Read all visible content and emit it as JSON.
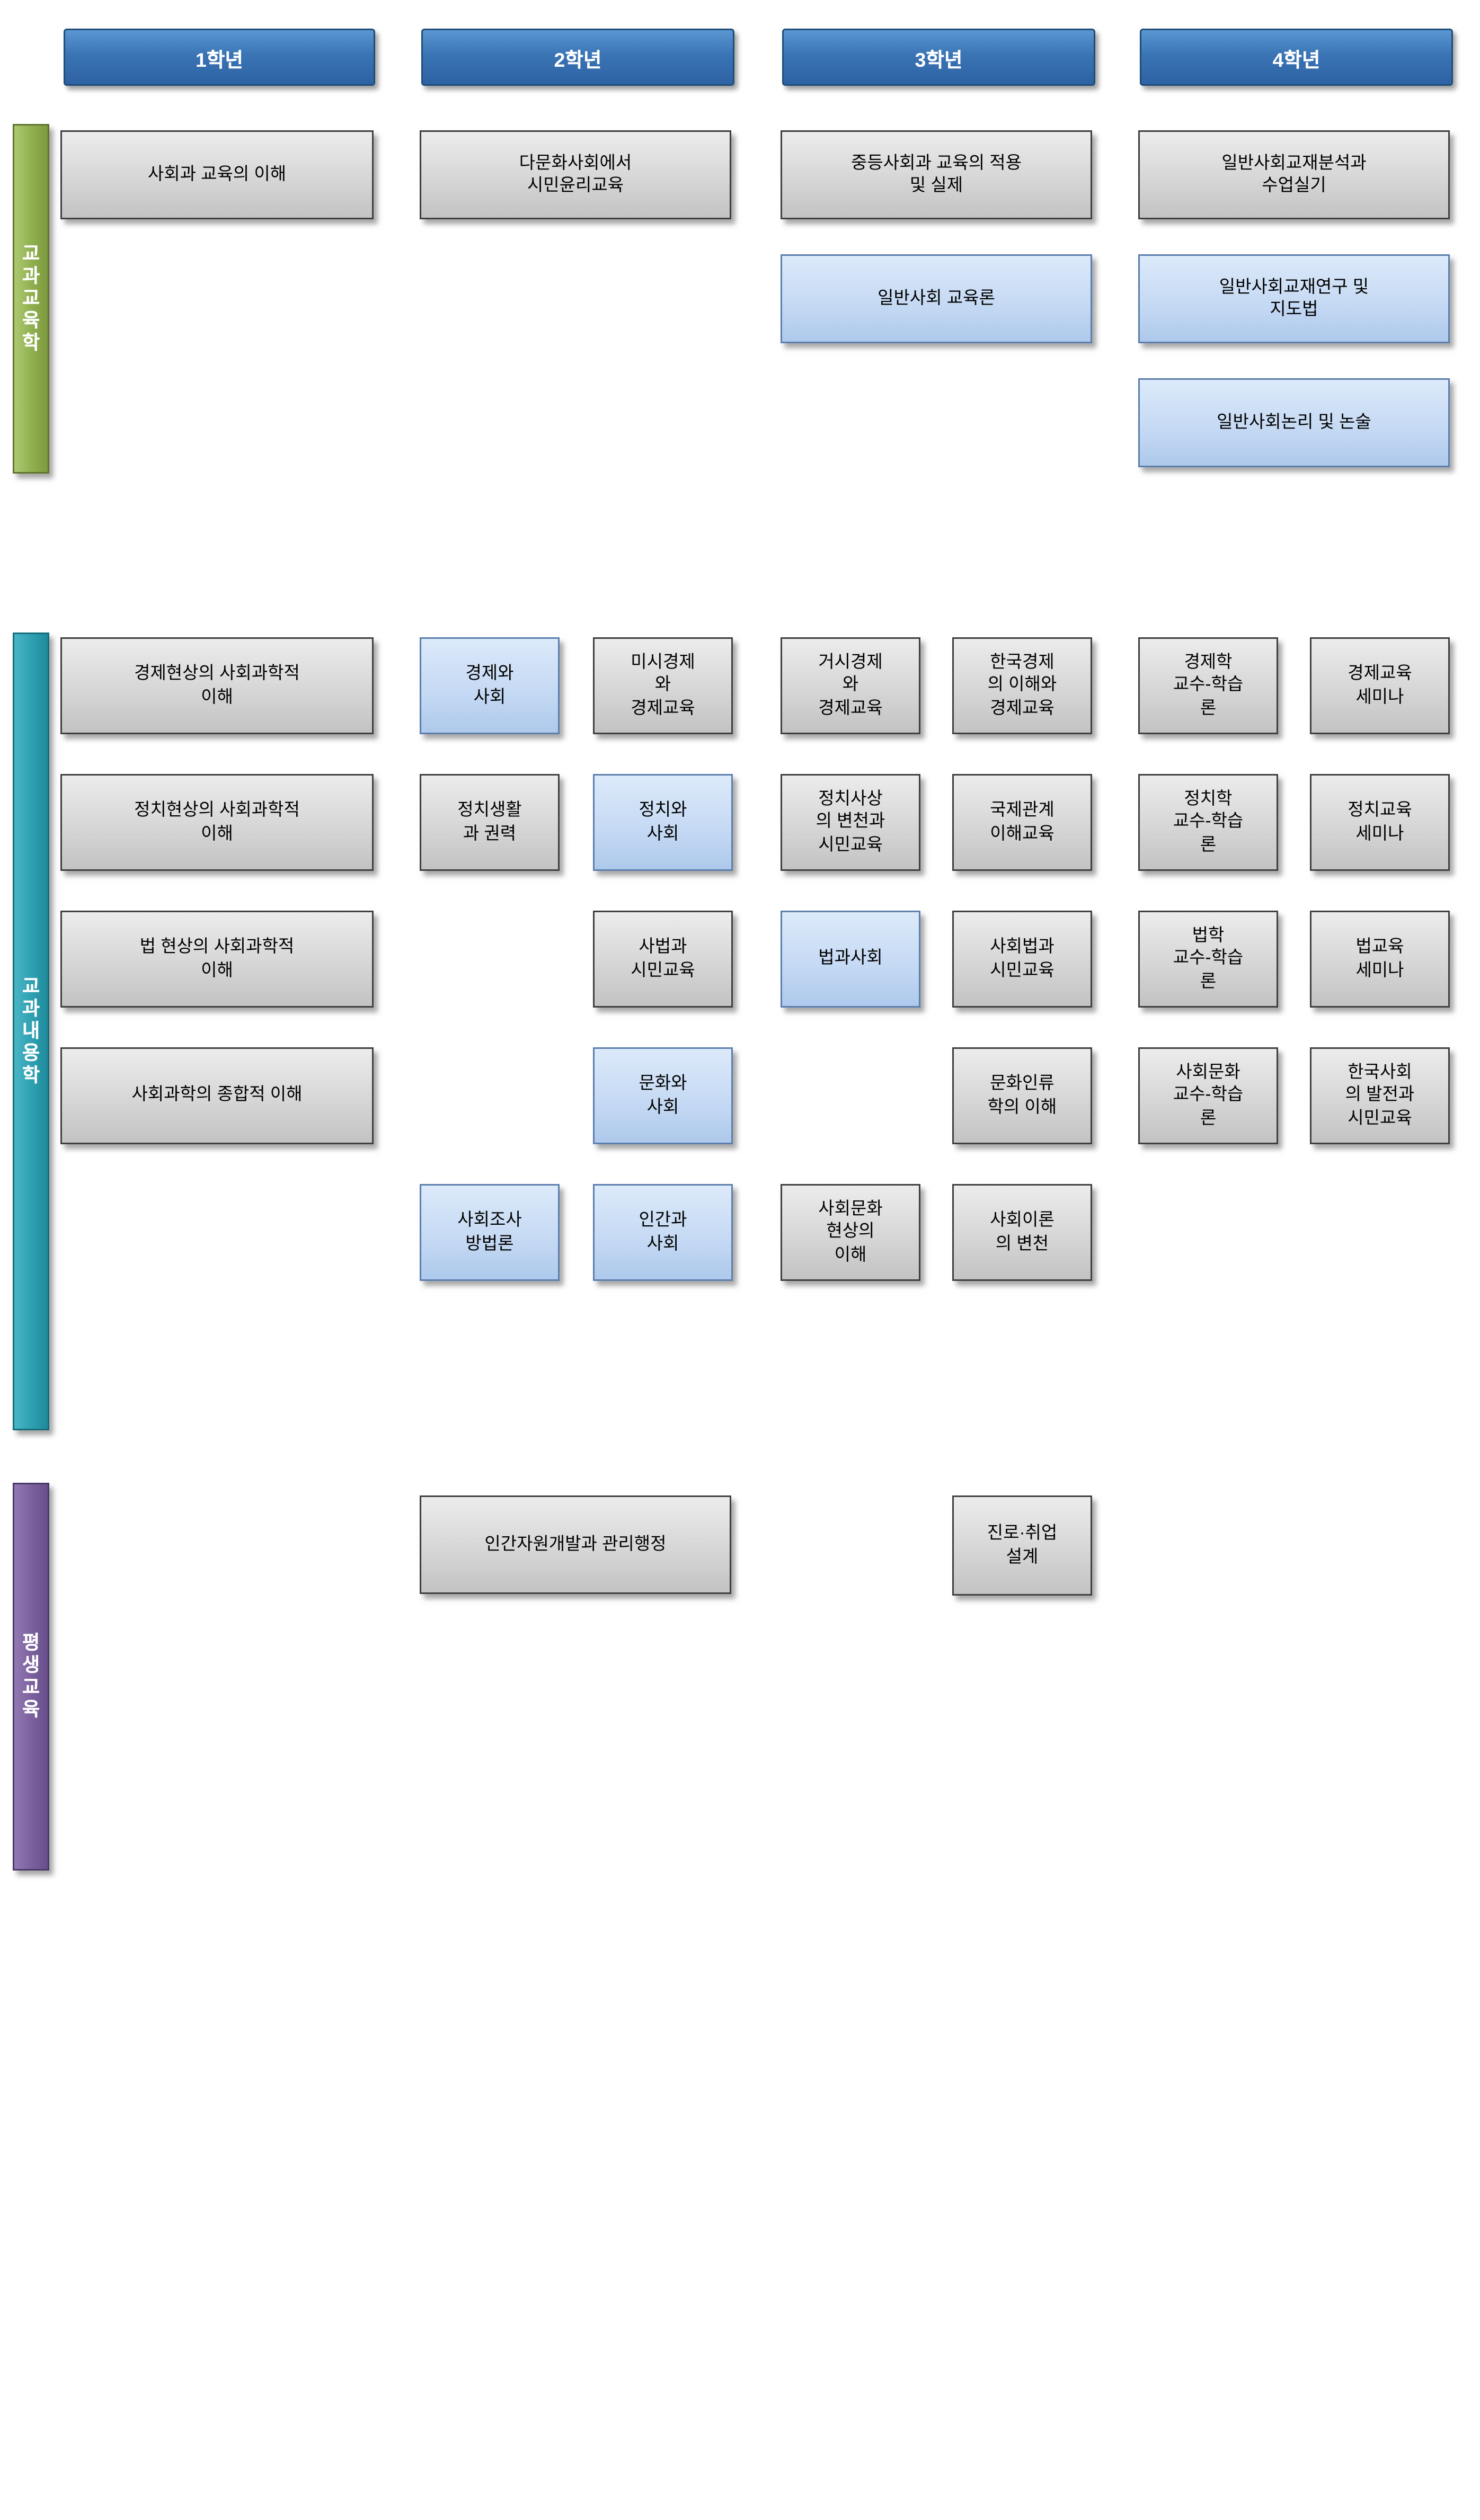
{
  "colors": {
    "header_fill": "#3a74b5",
    "course_default_fill": "#d6d6d6",
    "course_highlight_fill": "#c6daf4",
    "section_pedagogy_fill": "#8fae4e",
    "section_content_fill": "#2d9fb0",
    "section_lifelong_fill": "#7a5f9d"
  },
  "headers": [
    {
      "label": "1학년"
    },
    {
      "label": "2학년"
    },
    {
      "label": "3학년"
    },
    {
      "label": "4학년"
    }
  ],
  "sections": [
    {
      "title": "교과교육학",
      "boxes": [
        {
          "label": "사회과 교육의 이해",
          "variant": "default"
        },
        {
          "label": "다문화사회에서\n시민윤리교육",
          "variant": "default"
        },
        {
          "label": "중등사회과 교육의 적용\n및 실제",
          "variant": "default"
        },
        {
          "label": "일반사회교재분석과\n수업실기",
          "variant": "default"
        },
        {
          "label": "일반사회 교육론",
          "variant": "highlight"
        },
        {
          "label": "일반사회교재연구 및\n지도법",
          "variant": "highlight"
        },
        {
          "label": "일반사회논리 및 논술",
          "variant": "highlight"
        }
      ]
    },
    {
      "title": "교과내용학",
      "boxes": [
        {
          "label": "경제현상의 사회과학적\n이해",
          "variant": "default"
        },
        {
          "label": "경제와\n사회",
          "variant": "highlight"
        },
        {
          "label": "미시경제\n와\n경제교육",
          "variant": "default"
        },
        {
          "label": "거시경제\n와\n경제교육",
          "variant": "default"
        },
        {
          "label": "한국경제\n의 이해와\n경제교육",
          "variant": "default"
        },
        {
          "label": "경제학\n교수-학습\n론",
          "variant": "default"
        },
        {
          "label": "경제교육\n세미나",
          "variant": "default"
        },
        {
          "label": "정치현상의 사회과학적\n이해",
          "variant": "default"
        },
        {
          "label": "정치생활\n과 권력",
          "variant": "default"
        },
        {
          "label": "정치와\n사회",
          "variant": "highlight"
        },
        {
          "label": "정치사상\n의 변천과\n시민교육",
          "variant": "default"
        },
        {
          "label": "국제관계\n이해교육",
          "variant": "default"
        },
        {
          "label": "정치학\n교수-학습\n론",
          "variant": "default"
        },
        {
          "label": "정치교육\n세미나",
          "variant": "default"
        },
        {
          "label": "법 현상의 사회과학적\n이해",
          "variant": "default"
        },
        {
          "label": "사법과\n시민교육",
          "variant": "default"
        },
        {
          "label": "법과사회",
          "variant": "highlight"
        },
        {
          "label": "사회법과\n시민교육",
          "variant": "default"
        },
        {
          "label": "법학\n교수-학습\n론",
          "variant": "default"
        },
        {
          "label": "법교육\n세미나",
          "variant": "default"
        },
        {
          "label": "사회과학의 종합적 이해",
          "variant": "default"
        },
        {
          "label": "문화와\n사회",
          "variant": "highlight"
        },
        {
          "label": "문화인류\n학의 이해",
          "variant": "default"
        },
        {
          "label": "사회문화\n교수-학습\n론",
          "variant": "default"
        },
        {
          "label": "한국사회\n의 발전과\n시민교육",
          "variant": "default"
        },
        {
          "label": "사회조사\n방법론",
          "variant": "highlight"
        },
        {
          "label": "인간과\n사회",
          "variant": "highlight"
        },
        {
          "label": "사회문화\n현상의\n이해",
          "variant": "default"
        },
        {
          "label": "사회이론\n의 변천",
          "variant": "default"
        }
      ]
    },
    {
      "title": "평생교육",
      "boxes": [
        {
          "label": "인간자원개발과 관리행정",
          "variant": "default"
        },
        {
          "label": "진로·취업\n설계",
          "variant": "default"
        }
      ]
    }
  ]
}
